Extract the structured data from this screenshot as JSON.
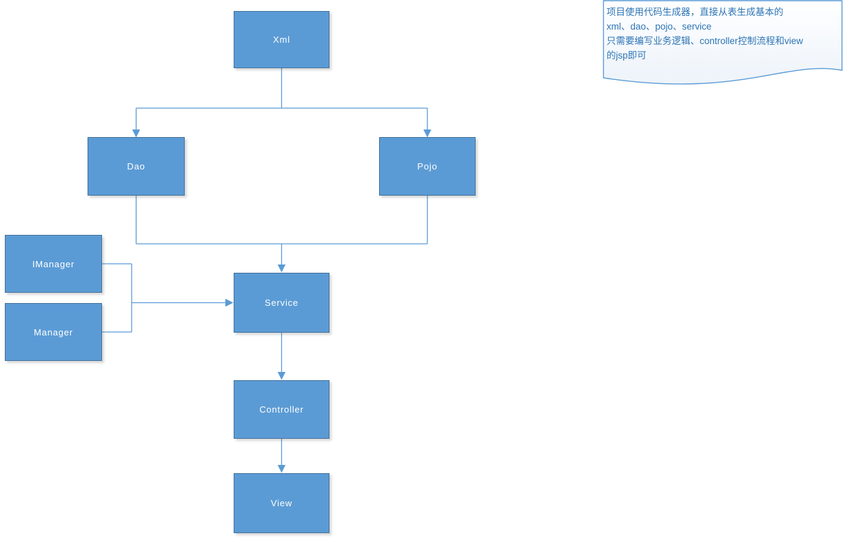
{
  "diagram": {
    "nodes": {
      "xml": {
        "label": "Xml"
      },
      "dao": {
        "label": "Dao"
      },
      "pojo": {
        "label": "Pojo"
      },
      "imanager": {
        "label": "IManager"
      },
      "manager": {
        "label": "Manager"
      },
      "service": {
        "label": "Service"
      },
      "controller": {
        "label": "Controller"
      },
      "view": {
        "label": "View"
      }
    },
    "edges": [
      "Xml -> Dao",
      "Xml -> Pojo",
      "Dao -> Service",
      "Pojo -> Service",
      "IManager -> Service",
      "Manager -> Service",
      "Service -> Controller",
      "Controller -> View"
    ],
    "note": {
      "lines": [
        "项目使用代码生成器，直接从表生成基本的",
        "xml、dao、pojo、service",
        "只需要编写业务逻辑、controller控制流程和view",
        "的jsp即可"
      ]
    },
    "colors": {
      "node_fill": "#5B9BD5",
      "node_border": "#41719C",
      "node_text": "#FFFFFF",
      "connector": "#5B9BD5",
      "note_border": "#5B9BD5",
      "note_text": "#2E75B6"
    }
  }
}
